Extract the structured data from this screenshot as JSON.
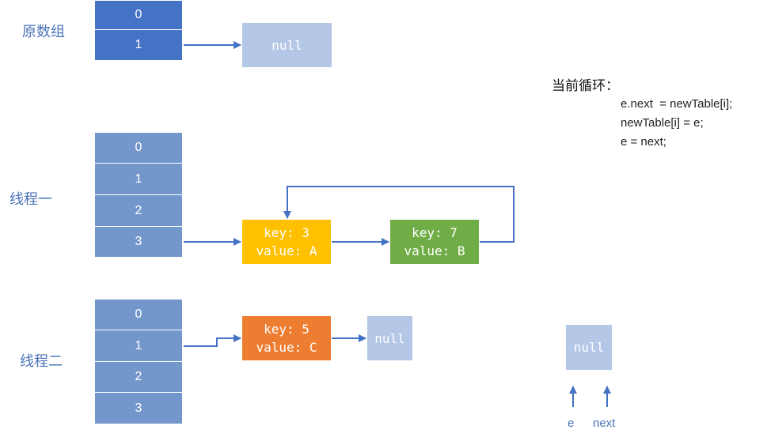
{
  "groups": {
    "original": {
      "label": "原数组",
      "cells": [
        "0",
        "1"
      ]
    },
    "thread1": {
      "label": "线程一",
      "cells": [
        "0",
        "1",
        "2",
        "3"
      ]
    },
    "thread2": {
      "label": "线程二",
      "cells": [
        "0",
        "1",
        "2",
        "3"
      ]
    }
  },
  "nodes": {
    "null_original": "null",
    "t1_node_a": {
      "key": "key: 3",
      "value": "value: A",
      "color": "#ffc000"
    },
    "t1_node_b": {
      "key": "key: 7",
      "value": "value: B",
      "color": "#70ad47"
    },
    "t2_node_c": {
      "key": "key: 5",
      "value": "value: C",
      "color": "#ed7d31"
    },
    "null_t2": "null",
    "null_side": "null"
  },
  "loop": {
    "title": "当前循环：",
    "lines": [
      "e.next  = newTable[i];",
      "newTable[i] = e;",
      "e = next;"
    ]
  },
  "pointers": {
    "e": "e",
    "next": "next"
  },
  "colors": {
    "arrow": "#4472c4",
    "label": "#4a74b8",
    "array_dark": "#4472c4",
    "array_light": "#7397cb",
    "null_fill": "#b4c7e7"
  }
}
